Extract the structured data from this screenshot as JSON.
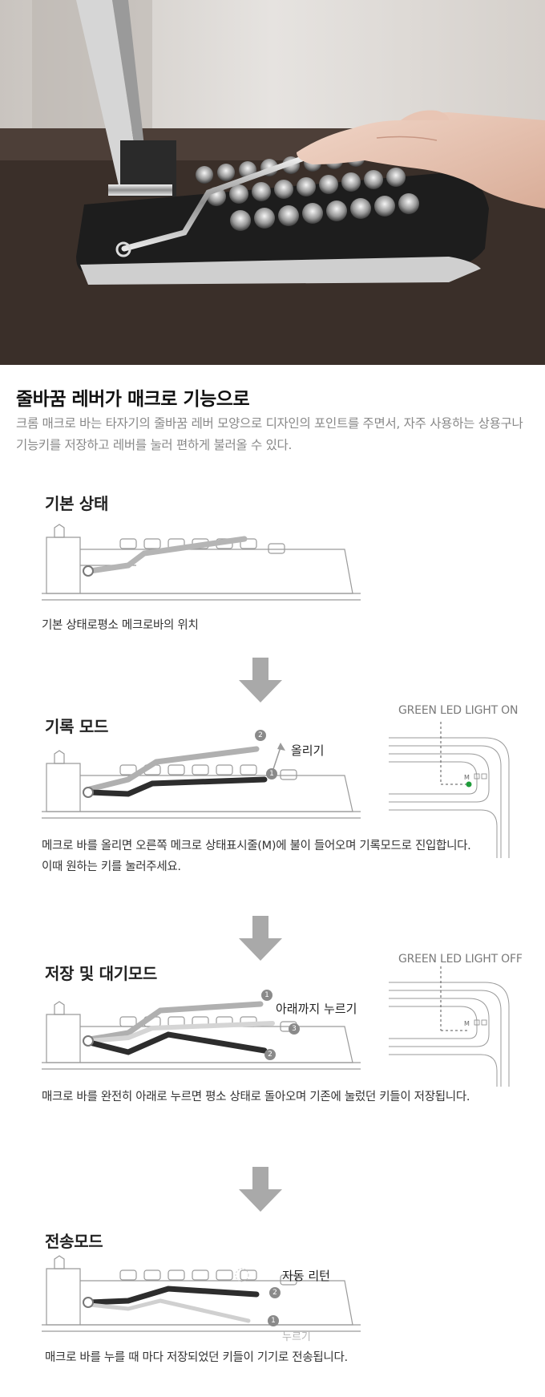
{
  "heading": "줄바꿈 레버가 매크로 기능으로",
  "description": "크롬 매크로 바는 타자기의 줄바꿈 레버 모양으로 디자인의 포인트를 주면서, 자주 사용하는 상용구나 기능키를 저장하고 레버를 눌러 편하게 불러올 수 있다.",
  "sections": [
    {
      "title": "기본 상태",
      "caption": "기본 상태로평소 메크로바의 위치"
    },
    {
      "title": "기록 모드",
      "annotation": "올리기",
      "led_label": "GREEN LED LIGHT ON",
      "caption": "메크로 바를 올리면 오른쪽 메크로 상태표시줄(M)에 불이 들어오며 기록모드로 진입합니다. 이때 원하는 키를 눌러주세요."
    },
    {
      "title": "저장 및 대기모드",
      "annotation": "아래까지 누르기",
      "led_label": "GREEN LED LIGHT OFF",
      "caption": "매크로 바를 완전히 아래로 누르면 평소 상태로 돌아오며 기존에 눌렀던 키들이 저장됩니다."
    },
    {
      "title": "전송모드",
      "annotation": "자동 리턴",
      "annotation2": "누르기",
      "caption": "매크로 바를 누를 때 마다 저장되었던 키들이 기기로 전송됩니다."
    }
  ],
  "step_numbers": {
    "one": "1",
    "two": "2",
    "three": "3"
  },
  "indicator": {
    "m": "M"
  },
  "colors": {
    "lever_dark": "#2d2d2d",
    "lever_light": "#b0b0b0",
    "led_green": "#1e9c3a",
    "arrow": "#a9a9a9"
  }
}
